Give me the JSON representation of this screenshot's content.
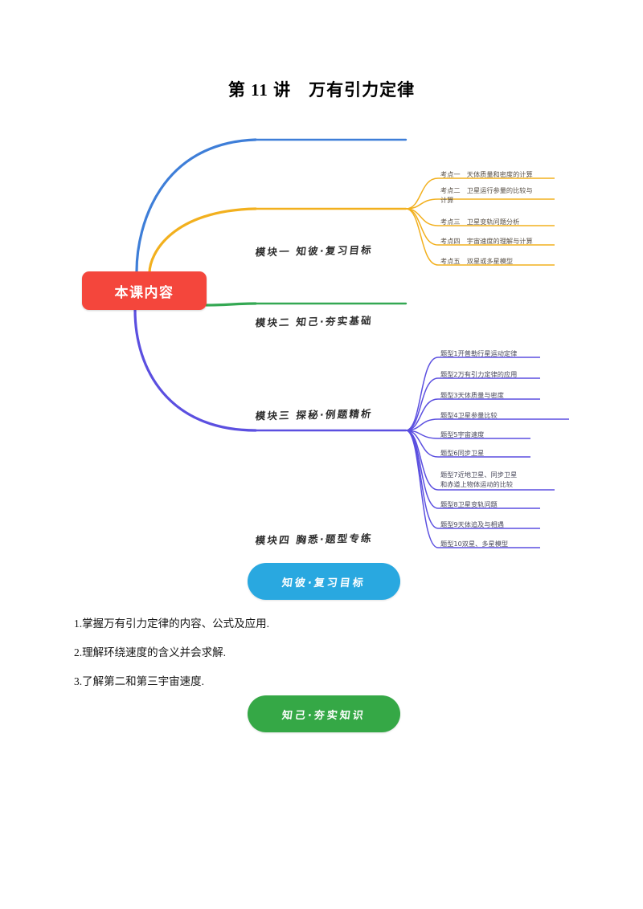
{
  "document": {
    "title": "第 11 讲　万有引力定律"
  },
  "mindmap": {
    "root": {
      "label": "本课内容",
      "color": "#f4463c"
    },
    "branches": [
      {
        "id": "mod1",
        "label": "模块一  知彼·复习目标",
        "color": "#3e7ed8",
        "children": []
      },
      {
        "id": "mod2",
        "label": "模块二  知己·夯实基础",
        "color": "#f2b01e",
        "children": [
          "考点一　天体质量和密度的计算",
          "考点二　卫星运行参量的比较与\n计算",
          "考点三　卫星变轨问题分析",
          "考点四　宇宙速度的理解与计算",
          "考点五　双星或多星模型"
        ]
      },
      {
        "id": "mod3",
        "label": "模块三  探秘·例题精析",
        "color": "#34a853",
        "children": []
      },
      {
        "id": "mod4",
        "label": "模块四  胸悉·题型专练",
        "color": "#5b4fe0",
        "children": [
          "题型1开普勒行星运动定律",
          "题型2万有引力定律的应用",
          "题型3天体质量与密度",
          "题型4卫星参量比较",
          "题型5宇宙速度",
          "题型6同步卫星",
          "题型7近地卫星、同步卫星\n和赤道上物体运动的比较",
          "题型8卫星变轨问题",
          "题型9天体追及与相遇",
          "题型10双星、多星模型"
        ]
      }
    ]
  },
  "sections": [
    {
      "id": "pill-blue",
      "label": "知彼·复习目标",
      "color": "#29a8e0"
    },
    {
      "id": "pill-green",
      "label": "知己·夯实知识",
      "color": "#35a846"
    }
  ],
  "objectives": [
    "1.掌握万有引力定律的内容、公式及应用.",
    "2.理解环绕速度的含义并会求解.",
    "3.了解第二和第三宇宙速度."
  ]
}
